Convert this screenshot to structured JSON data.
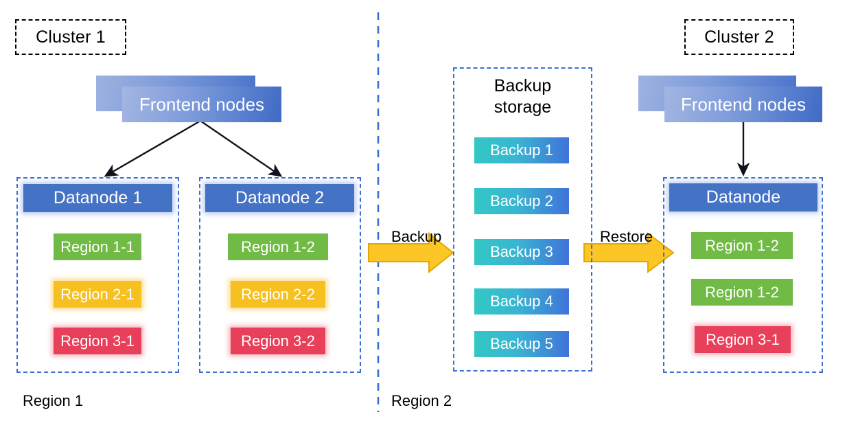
{
  "diagram": {
    "title_tags": [
      {
        "label": "Cluster 1"
      },
      {
        "label": "Cluster 2"
      }
    ],
    "frontend_left": {
      "label": "Frontend nodes"
    },
    "frontend_right": {
      "label": "Frontend nodes"
    },
    "datanodes": [
      {
        "header": "Datanode 1",
        "regions": [
          {
            "label": "Region 1-1",
            "color": "#70ba45"
          },
          {
            "label": "Region 2-1",
            "color": "#f5c020"
          },
          {
            "label": "Region 3-1",
            "color": "#e8405a"
          }
        ]
      },
      {
        "header": "Datanode 2",
        "regions": [
          {
            "label": "Region 1-2",
            "color": "#70ba45"
          },
          {
            "label": "Region 2-2",
            "color": "#f5c020"
          },
          {
            "label": "Region 3-2",
            "color": "#e8405a"
          }
        ]
      },
      {
        "header": "Datanode",
        "regions": [
          {
            "label": "Region 1-2",
            "color": "#70ba45"
          },
          {
            "label": "Region 1-2",
            "color": "#70ba45"
          },
          {
            "label": "Region 3-1",
            "color": "#e8405a"
          }
        ]
      }
    ],
    "backup_storage": {
      "title": "Backup\nstorage",
      "title_line1": "Backup",
      "title_line2": "storage",
      "items": [
        {
          "label": "Backup 1"
        },
        {
          "label": "Backup 2"
        },
        {
          "label": "Backup 3"
        },
        {
          "label": "Backup 4"
        },
        {
          "label": "Backup 5"
        }
      ]
    },
    "flows": [
      {
        "label": "Backup"
      },
      {
        "label": "Restore"
      }
    ],
    "region_labels": [
      {
        "label": "Region 1"
      },
      {
        "label": "Region 2"
      }
    ],
    "colors": {
      "node_blue": "#4472c4",
      "dashed_blue": "#3b6fd4",
      "region_green": "#70ba45",
      "region_yellow": "#f5c020",
      "region_red": "#e8405a",
      "backup_gradient_start": "#33c8c5",
      "backup_gradient_end": "#4073d9",
      "arrow_gold": "#fcc726",
      "arrow_gold_border": "#e0a800",
      "arrow_black": "#10131c",
      "frontend_gradient_start": "#a3b6e2",
      "frontend_gradient_end": "#3f6bc6"
    }
  }
}
